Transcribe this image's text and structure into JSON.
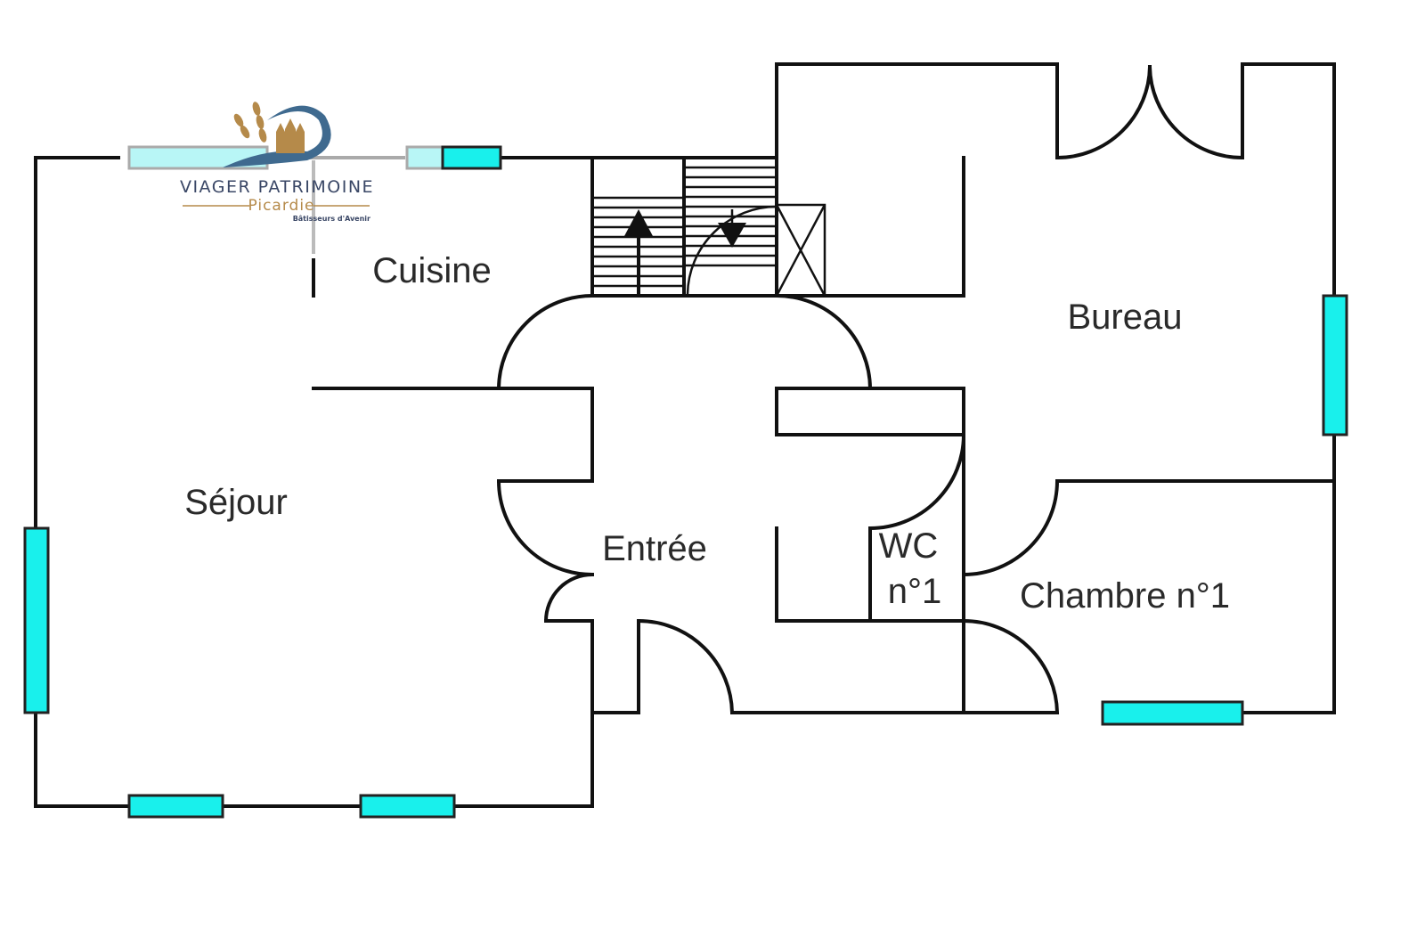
{
  "rooms": {
    "cuisine": "Cuisine",
    "bureau": "Bureau",
    "sejour": "Séjour",
    "entree": "Entrée",
    "wc_line1": "WC",
    "wc_line2": "n°1",
    "chambre": "Chambre n°1"
  },
  "logo": {
    "name": "VIAGER PATRIMOINE",
    "region": "Picardie",
    "tagline": "Bâtisseurs d'Avenir"
  },
  "colors": {
    "window": "#19f0ec",
    "wall": "#111111",
    "logo_blue": "#3f6a8f",
    "logo_gold": "#b58a4a"
  }
}
